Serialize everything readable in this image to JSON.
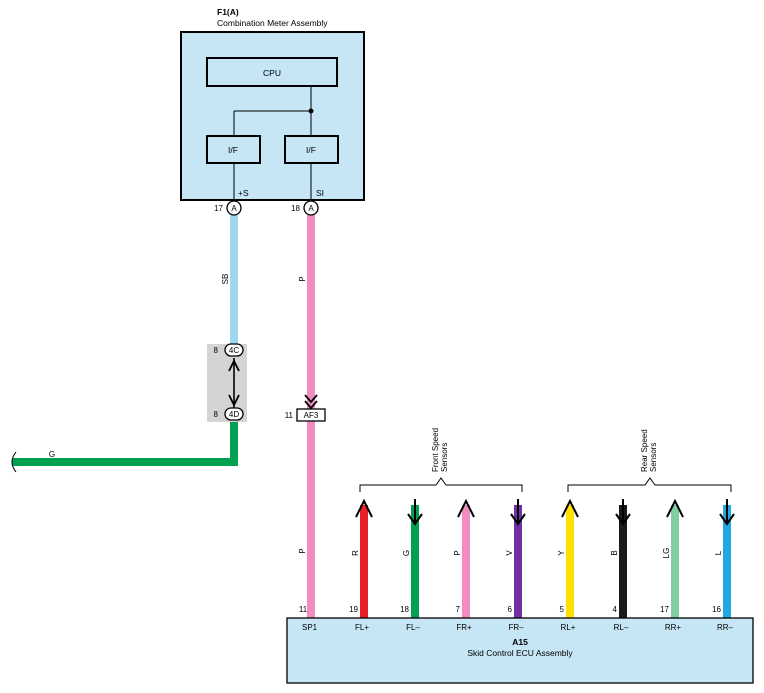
{
  "meter": {
    "code": "F1(A)",
    "name": "Combination Meter Assembly",
    "cpu_label": "CPU",
    "if_left_label": "I/F",
    "if_right_label": "I/F",
    "pin_left_signal": "+S",
    "pin_right_signal": "SI",
    "pin_left_num": "17",
    "pin_right_num": "18",
    "connector_letter": "A",
    "fill_color": "#c6e6f5"
  },
  "wires": {
    "sb_label": "SB",
    "p_top_label": "P",
    "g_label": "G",
    "p_bottom_label": "P",
    "sb_color": "#9dd8f0",
    "p_color": "#f08cc0",
    "g_color": "#00a050"
  },
  "junction": {
    "top_pin": "8",
    "top_label": "4C",
    "bottom_pin": "8",
    "bottom_label": "4D"
  },
  "connector_af3": {
    "pin": "11",
    "label": "AF3"
  },
  "sensor_groups": {
    "front_line1": "Front Speed",
    "front_line2": "Sensors",
    "rear_line1": "Rear Speed",
    "rear_line2": "Sensors"
  },
  "sensor_wires": [
    {
      "color_code": "R",
      "color": "#e8202a",
      "pin": "19",
      "terminal": "FL+",
      "direction": "up"
    },
    {
      "color_code": "G",
      "color": "#00a050",
      "pin": "18",
      "terminal": "FL–",
      "direction": "down"
    },
    {
      "color_code": "P",
      "color": "#f08cc0",
      "pin": "7",
      "terminal": "FR+",
      "direction": "up"
    },
    {
      "color_code": "V",
      "color": "#7030a0",
      "pin": "6",
      "terminal": "FR–",
      "direction": "down"
    },
    {
      "color_code": "Y",
      "color": "#ffe000",
      "pin": "5",
      "terminal": "RL+",
      "direction": "up"
    },
    {
      "color_code": "B",
      "color": "#1a1a1a",
      "pin": "4",
      "terminal": "RL–",
      "direction": "down"
    },
    {
      "color_code": "LG",
      "color": "#80d0a0",
      "pin": "17",
      "terminal": "RR+",
      "direction": "up"
    },
    {
      "color_code": "L",
      "color": "#20a8e0",
      "pin": "16",
      "terminal": "RR–",
      "direction": "down"
    }
  ],
  "ecu": {
    "code": "A15",
    "name": "Skid Control ECU Assembly",
    "sp1_pin": "11",
    "sp1_terminal": "SP1",
    "fill_color": "#c6e6f5"
  }
}
